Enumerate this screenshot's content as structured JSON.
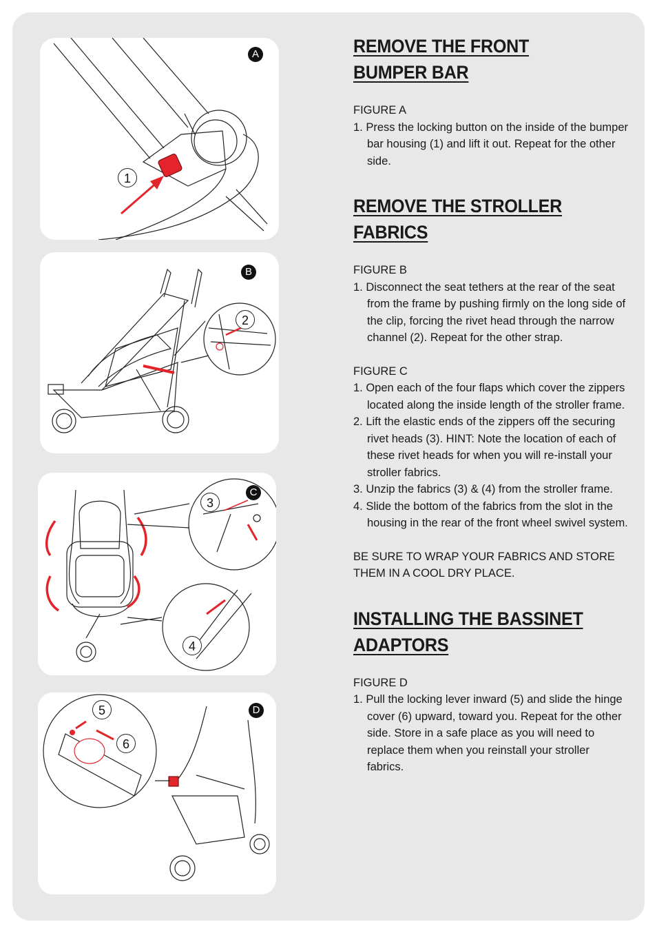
{
  "figures": {
    "a": {
      "badge": "A",
      "callouts": [
        "1"
      ]
    },
    "b": {
      "badge": "B",
      "callouts": [
        "2"
      ]
    },
    "c": {
      "badge": "C",
      "callouts": [
        "3",
        "4"
      ]
    },
    "d": {
      "badge": "D",
      "callouts": [
        "5",
        "6"
      ]
    }
  },
  "sections": [
    {
      "heading": "REMOVE THE FRONT BUMPER BAR",
      "groups": [
        {
          "label": "FIGURE A",
          "steps": [
            "1. Press the locking button on the inside of the bumper bar housing (1) and lift it out. Repeat for the other side."
          ]
        }
      ]
    },
    {
      "heading": "REMOVE THE STROLLER FABRICS",
      "groups": [
        {
          "label": "FIGURE B",
          "steps": [
            "1. Disconnect the seat tethers at the rear of the seat from the frame by pushing firmly on the long side of the clip, forcing the rivet head through the narrow channel (2). Repeat for the other strap."
          ]
        },
        {
          "label": "FIGURE C",
          "steps": [
            "1. Open each of the four flaps which cover the zippers located along the inside length of the stroller frame.",
            "2. Lift the elastic ends of the zippers off the securing rivet heads (3). HINT: Note the location of each of these rivet heads for when you will re-install your stroller fabrics.",
            "3. Unzip the fabrics (3) & (4) from the stroller frame.",
            "4. Slide the bottom of the fabrics from the slot in the housing in the rear of the front wheel swivel system."
          ]
        }
      ],
      "note": "BE SURE TO WRAP YOUR FABRICS AND STORE THEM IN A COOL DRY PLACE."
    },
    {
      "heading": "INSTALLING THE BASSINET ADAPTORS",
      "groups": [
        {
          "label": "FIGURE D",
          "steps": [
            "1. Pull the locking lever inward (5) and slide the hinge cover (6) upward, toward you. Repeat for the other side. Store in a safe place as you will need to replace them when you reinstall your stroller fabrics."
          ]
        }
      ]
    }
  ],
  "colors": {
    "accent": "#e3252b",
    "line": "#222222"
  }
}
